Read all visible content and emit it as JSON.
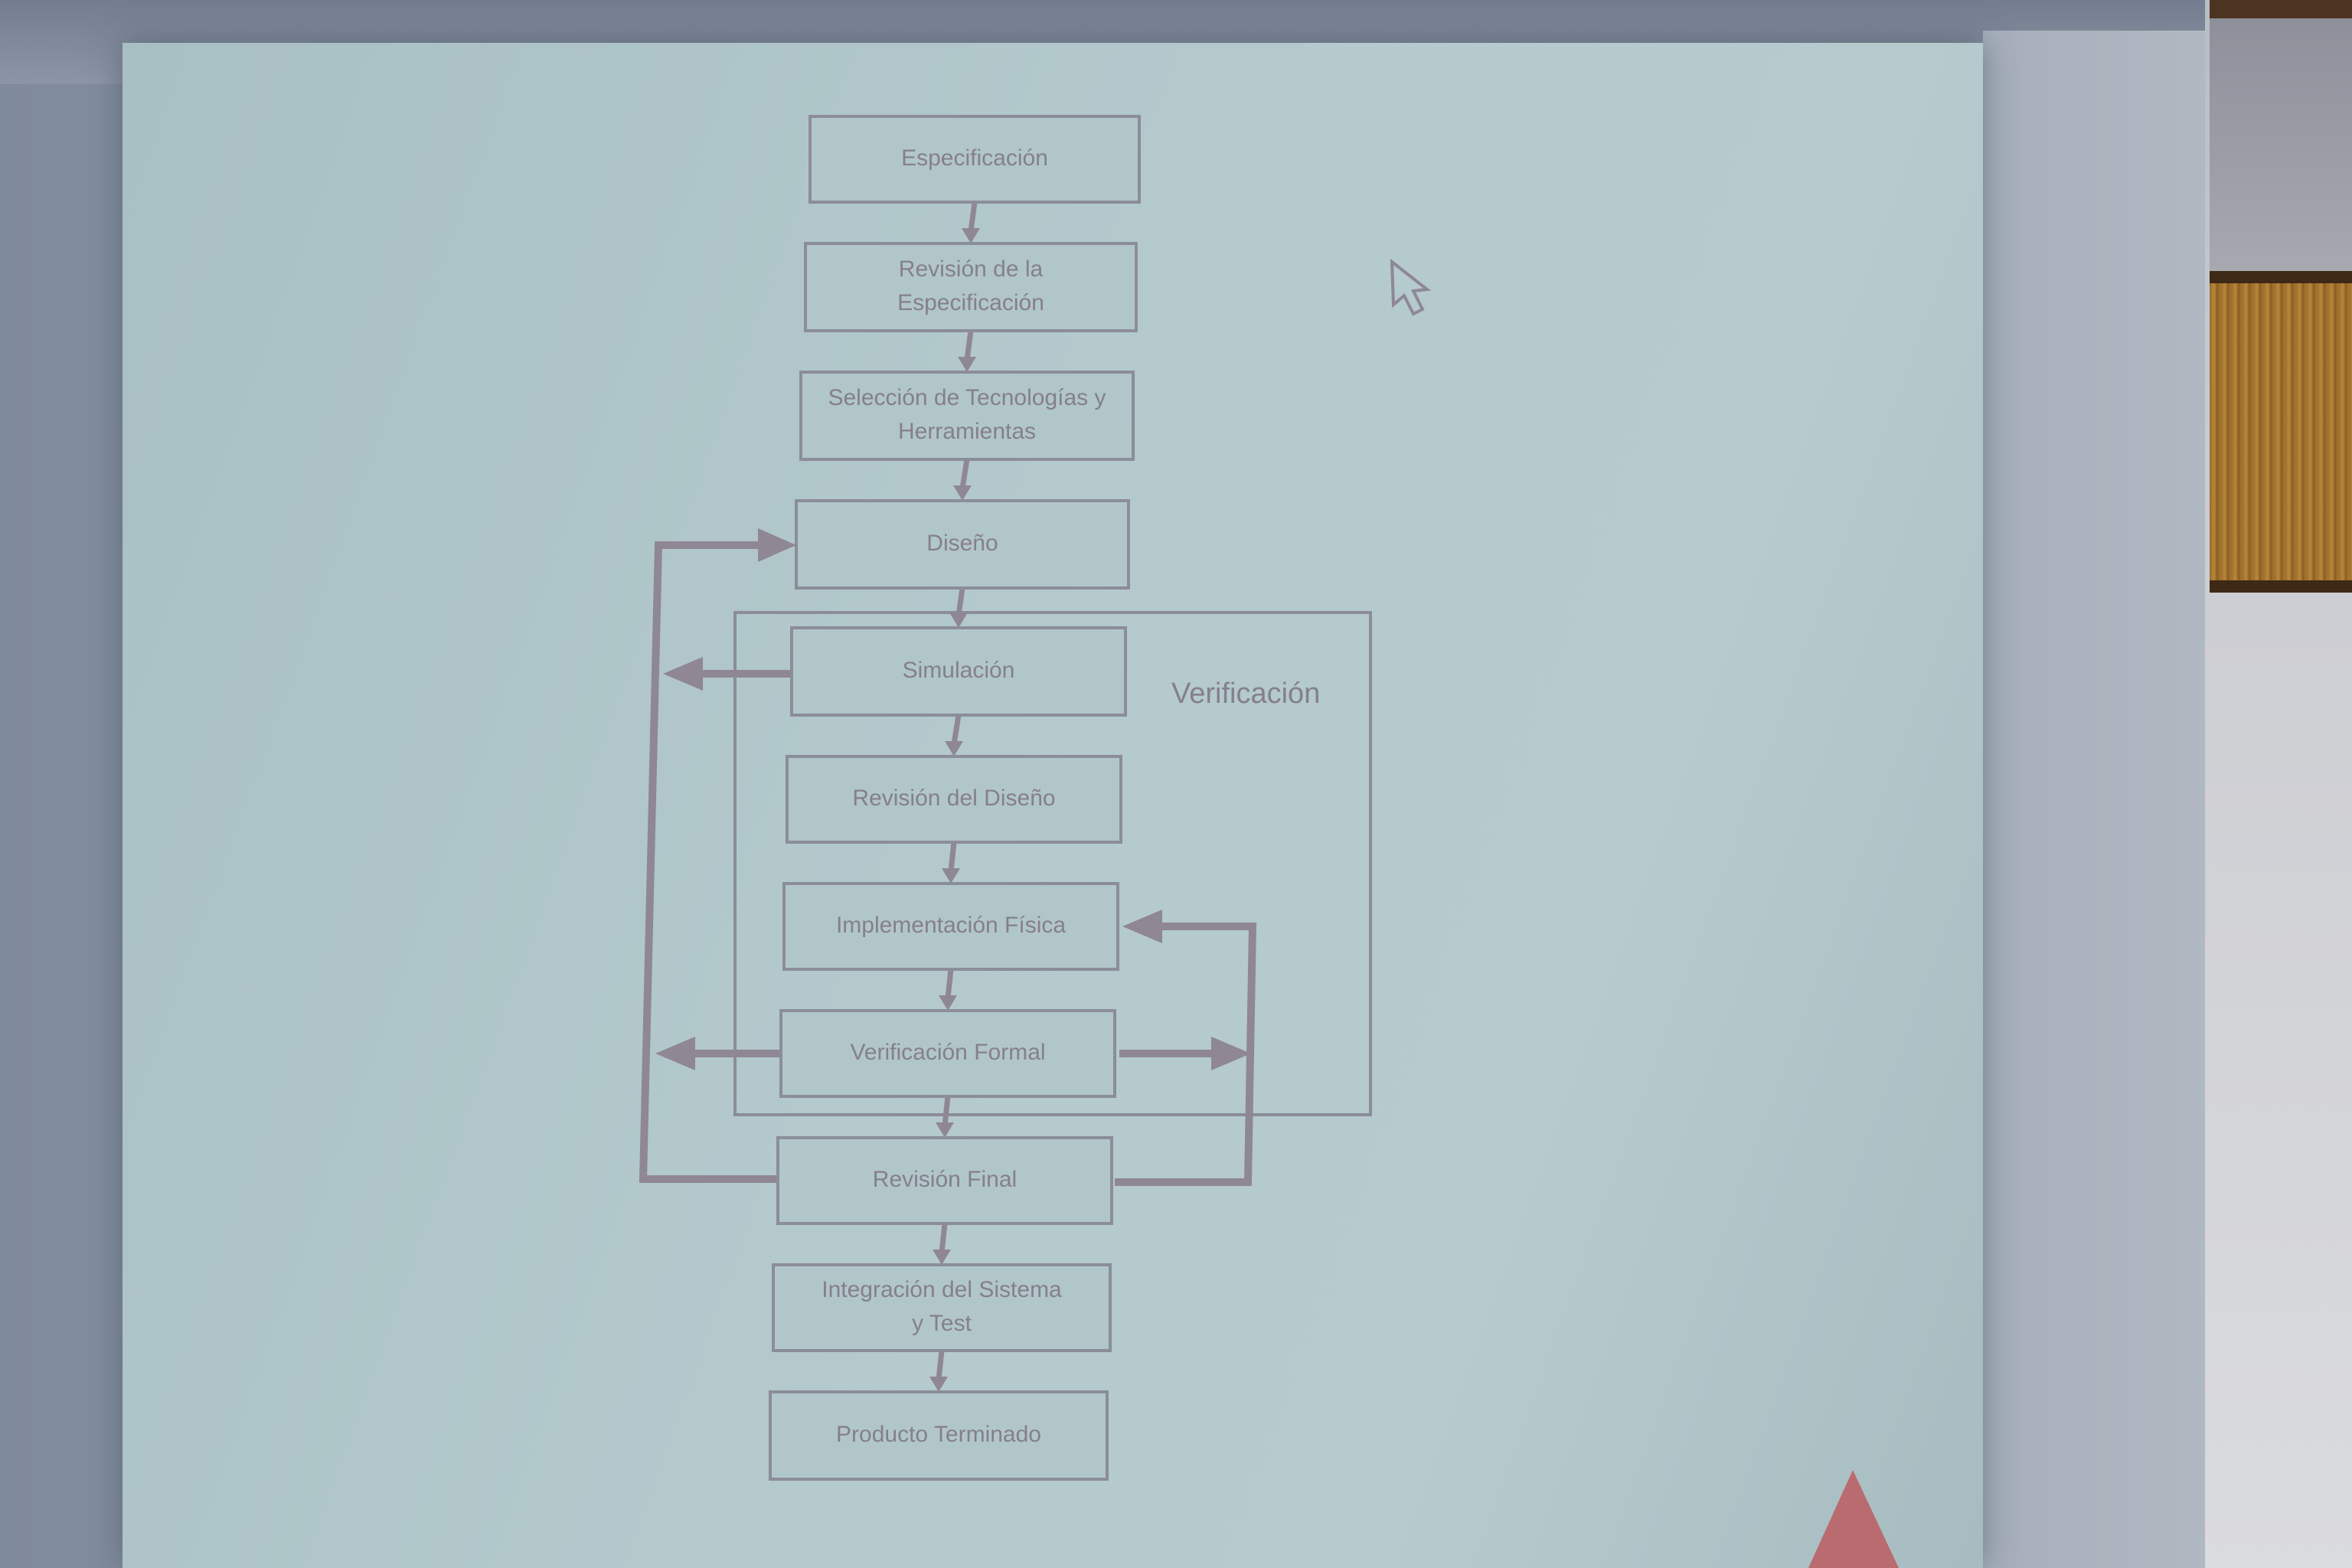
{
  "diagram": {
    "boxes": [
      {
        "id": "especificacion",
        "lines": [
          "Especificación"
        ]
      },
      {
        "id": "revision-especificacion",
        "lines": [
          "Revisión de la",
          "Especificación"
        ]
      },
      {
        "id": "seleccion-tecnologias",
        "lines": [
          "Selección de Tecnologías y",
          "Herramientas"
        ]
      },
      {
        "id": "diseno",
        "lines": [
          "Diseño"
        ]
      },
      {
        "id": "simulacion",
        "lines": [
          "Simulación"
        ]
      },
      {
        "id": "revision-diseno",
        "lines": [
          "Revisión del Diseño"
        ]
      },
      {
        "id": "implementacion-fisica",
        "lines": [
          "Implementación Física"
        ]
      },
      {
        "id": "verificacion-formal",
        "lines": [
          "Verificación Formal"
        ]
      },
      {
        "id": "revision-final",
        "lines": [
          "Revisión Final"
        ]
      },
      {
        "id": "integracion-sistema",
        "lines": [
          "Integración del Sistema",
          "y Test"
        ]
      },
      {
        "id": "producto-terminado",
        "lines": [
          "Producto Terminado"
        ]
      }
    ],
    "group_label": "Verificación",
    "colors": {
      "screen": "#b3c9cc",
      "box_border": "#8b8d98",
      "arrow": "#8f8793",
      "text": "#857f8c",
      "logo": "#b96b6f"
    },
    "icons": [
      "cursor-icon",
      "logo-mark"
    ]
  }
}
